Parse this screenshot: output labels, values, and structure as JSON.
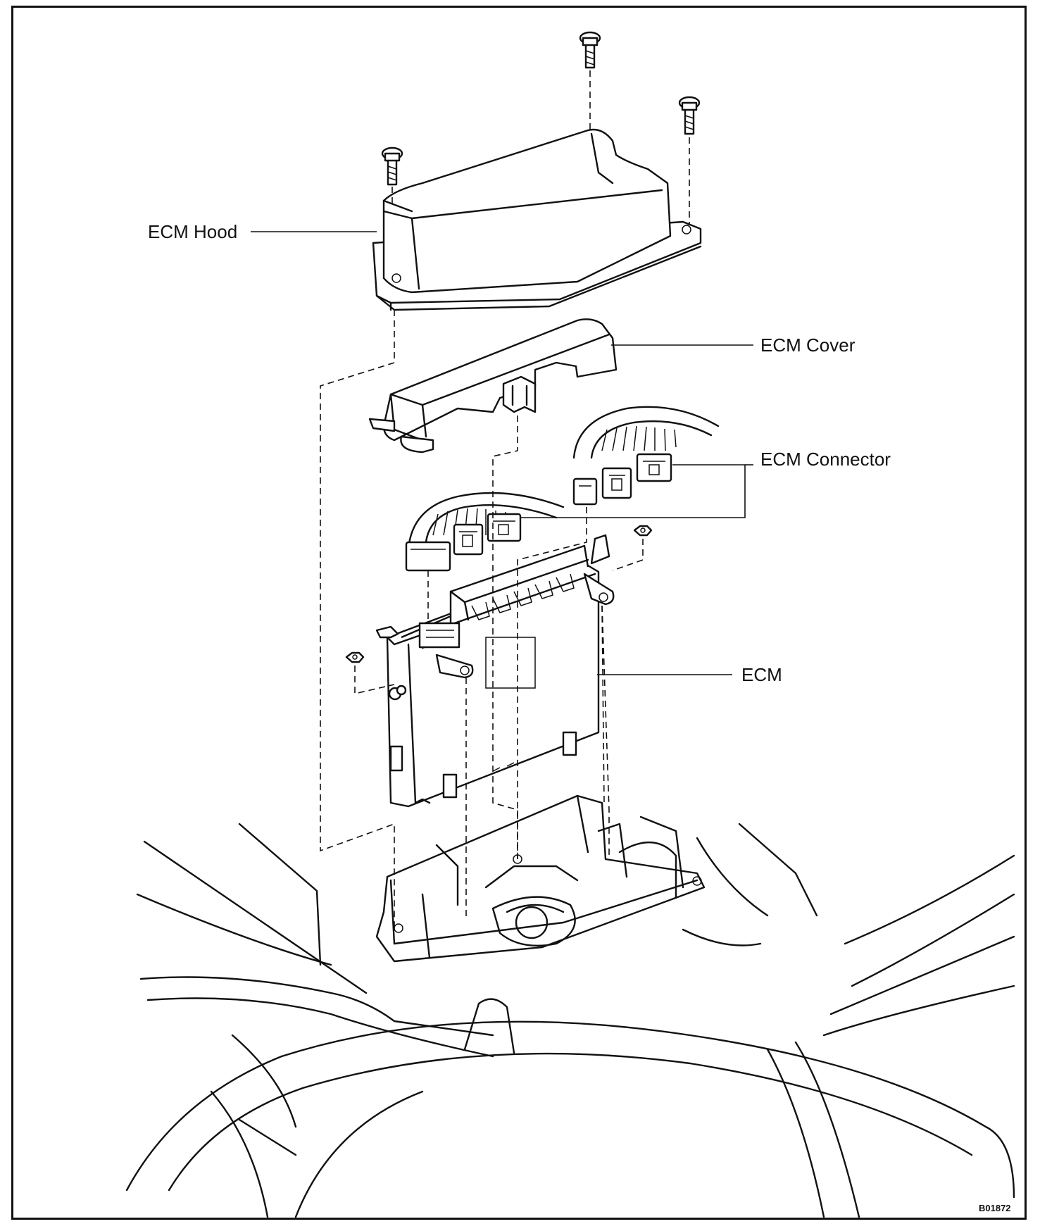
{
  "labels": {
    "ecm_hood": "ECM Hood",
    "ecm_cover": "ECM Cover",
    "ecm_connector": "ECM Connector",
    "ecm": "ECM"
  },
  "figure_code": "B01872"
}
